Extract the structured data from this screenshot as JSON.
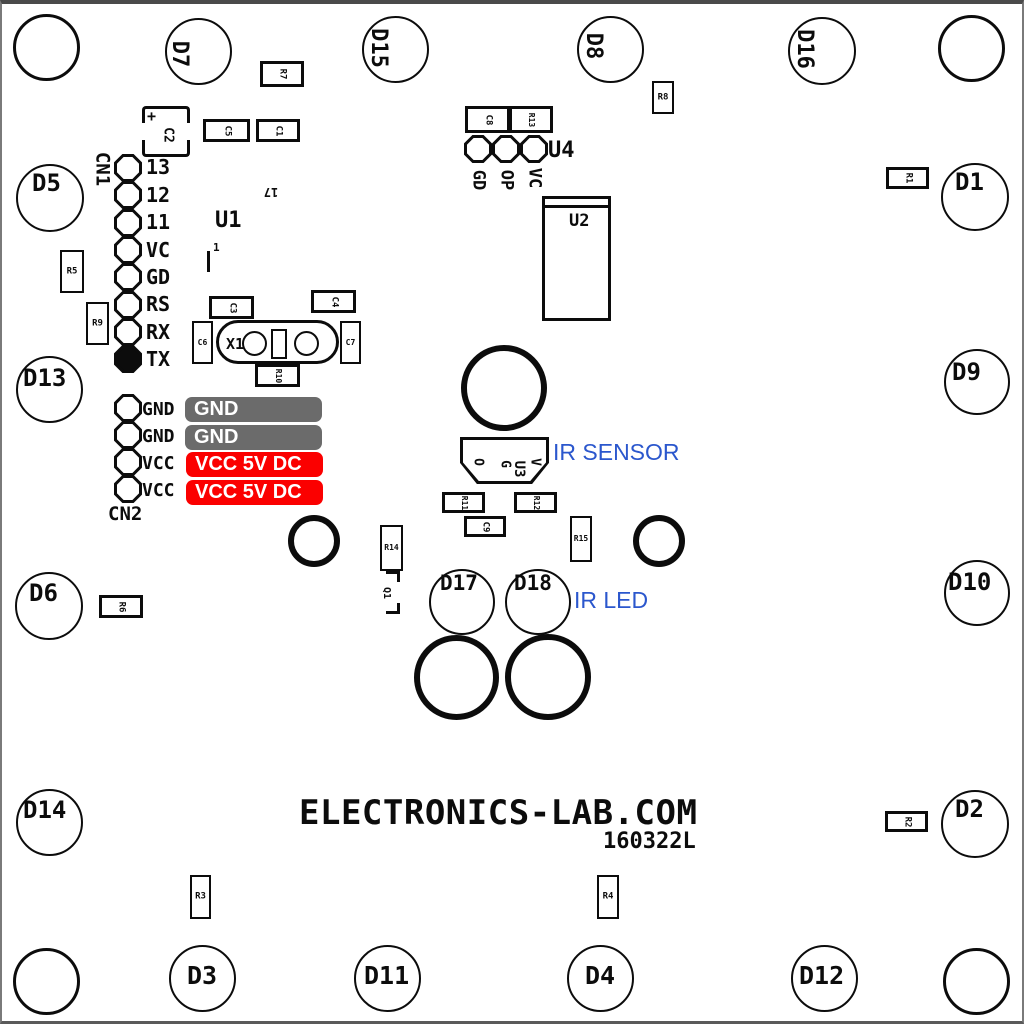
{
  "board": {
    "brand": "ELECTRONICS-LAB.COM",
    "code": "160322L"
  },
  "colors": {
    "gnd_box": "#6b6b6b",
    "vcc_box": "#fb0000",
    "annotation_blue": "#2b57cd",
    "silkscreen": "#0c0c0c"
  },
  "annotations": {
    "ir_sensor": "IR SENSOR",
    "ir_led": "IR LED"
  },
  "power": {
    "gnd": "GND",
    "vcc": "VCC 5V DC"
  },
  "cn1": {
    "name": "CN1",
    "pins": [
      "13",
      "12",
      "11",
      "VC",
      "GD",
      "RS",
      "RX",
      "TX"
    ]
  },
  "cn2": {
    "name": "CN2",
    "pins": [
      "GND",
      "GND",
      "VCC",
      "VCC"
    ]
  },
  "u4": {
    "name": "U4",
    "pins": [
      "GD",
      "OP",
      "VC"
    ]
  },
  "u3": {
    "name": "U3",
    "pins": [
      "O",
      "G",
      "V"
    ]
  },
  "ics": {
    "u1": "U1",
    "u2": "U2"
  },
  "marks": {
    "pin1": "1",
    "num17": "17",
    "plus": "+"
  },
  "diodes": {
    "d1": "D1",
    "d2": "D2",
    "d3": "D3",
    "d4": "D4",
    "d5": "D5",
    "d6": "D6",
    "d7": "D7",
    "d8": "D8",
    "d9": "D9",
    "d10": "D10",
    "d11": "D11",
    "d12": "D12",
    "d13": "D13",
    "d14": "D14",
    "d15": "D15",
    "d16": "D16",
    "d17": "D17",
    "d18": "D18"
  },
  "resistors": {
    "r1": "R1",
    "r2": "R2",
    "r3": "R3",
    "r4": "R4",
    "r5": "R5",
    "r6": "R6",
    "r7": "R7",
    "r8": "R8",
    "r9": "R9",
    "r10": "R10",
    "r11": "R11",
    "r12": "R12",
    "r13": "R13",
    "r14": "R14",
    "r15": "R15"
  },
  "capacitors": {
    "c1": "C1",
    "c2": "C2",
    "c3": "C3",
    "c4": "C4",
    "c5": "C5",
    "c6": "C6",
    "c7": "C7",
    "c8": "C8",
    "c9": "C9"
  },
  "misc": {
    "x1": "X1",
    "q1": "Q1"
  }
}
